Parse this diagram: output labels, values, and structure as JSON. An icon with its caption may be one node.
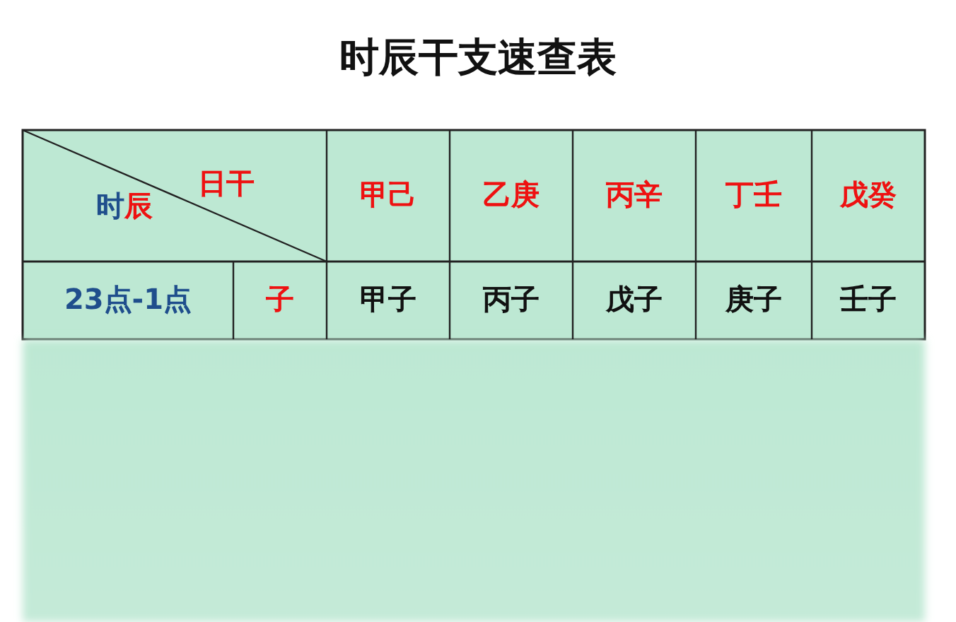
{
  "diagram": {
    "title": "时辰干支速查表",
    "labels": [
      "日干",
      "时辰",
      "甲己",
      "乙庚",
      "丙辛",
      "丁壬",
      "戊癸",
      "23点-1点",
      "子",
      "甲子",
      "丙子",
      "戊子",
      "庚子",
      "壬子"
    ]
  }
}
